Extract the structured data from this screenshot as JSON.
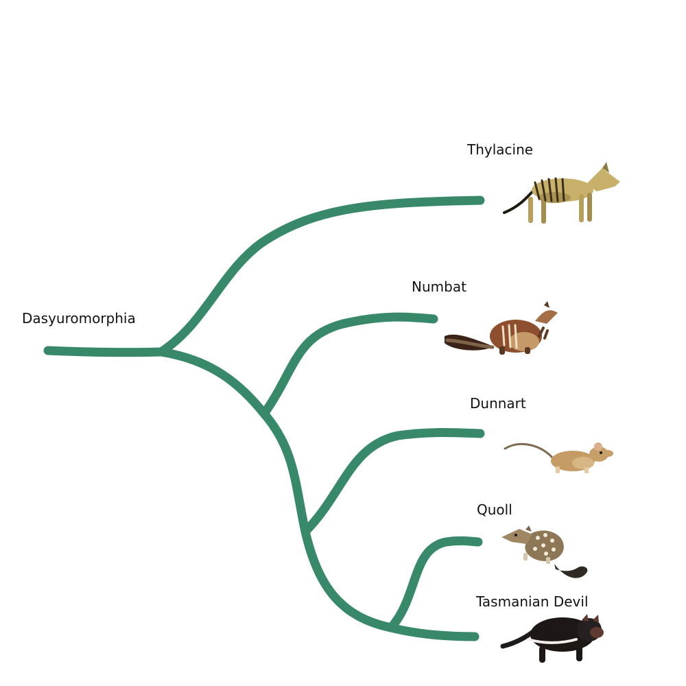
{
  "tree": {
    "root": {
      "label": "Dasyuromorphia"
    },
    "branch_color": "#38896A",
    "leaves": [
      {
        "label": "Thylacine",
        "icon": "thylacine-icon"
      },
      {
        "label": "Numbat",
        "icon": "numbat-icon"
      },
      {
        "label": "Dunnart",
        "icon": "dunnart-icon"
      },
      {
        "label": "Quoll",
        "icon": "quoll-icon"
      },
      {
        "label": "Tasmanian Devil",
        "icon": "tasmanian-devil-icon"
      }
    ]
  }
}
